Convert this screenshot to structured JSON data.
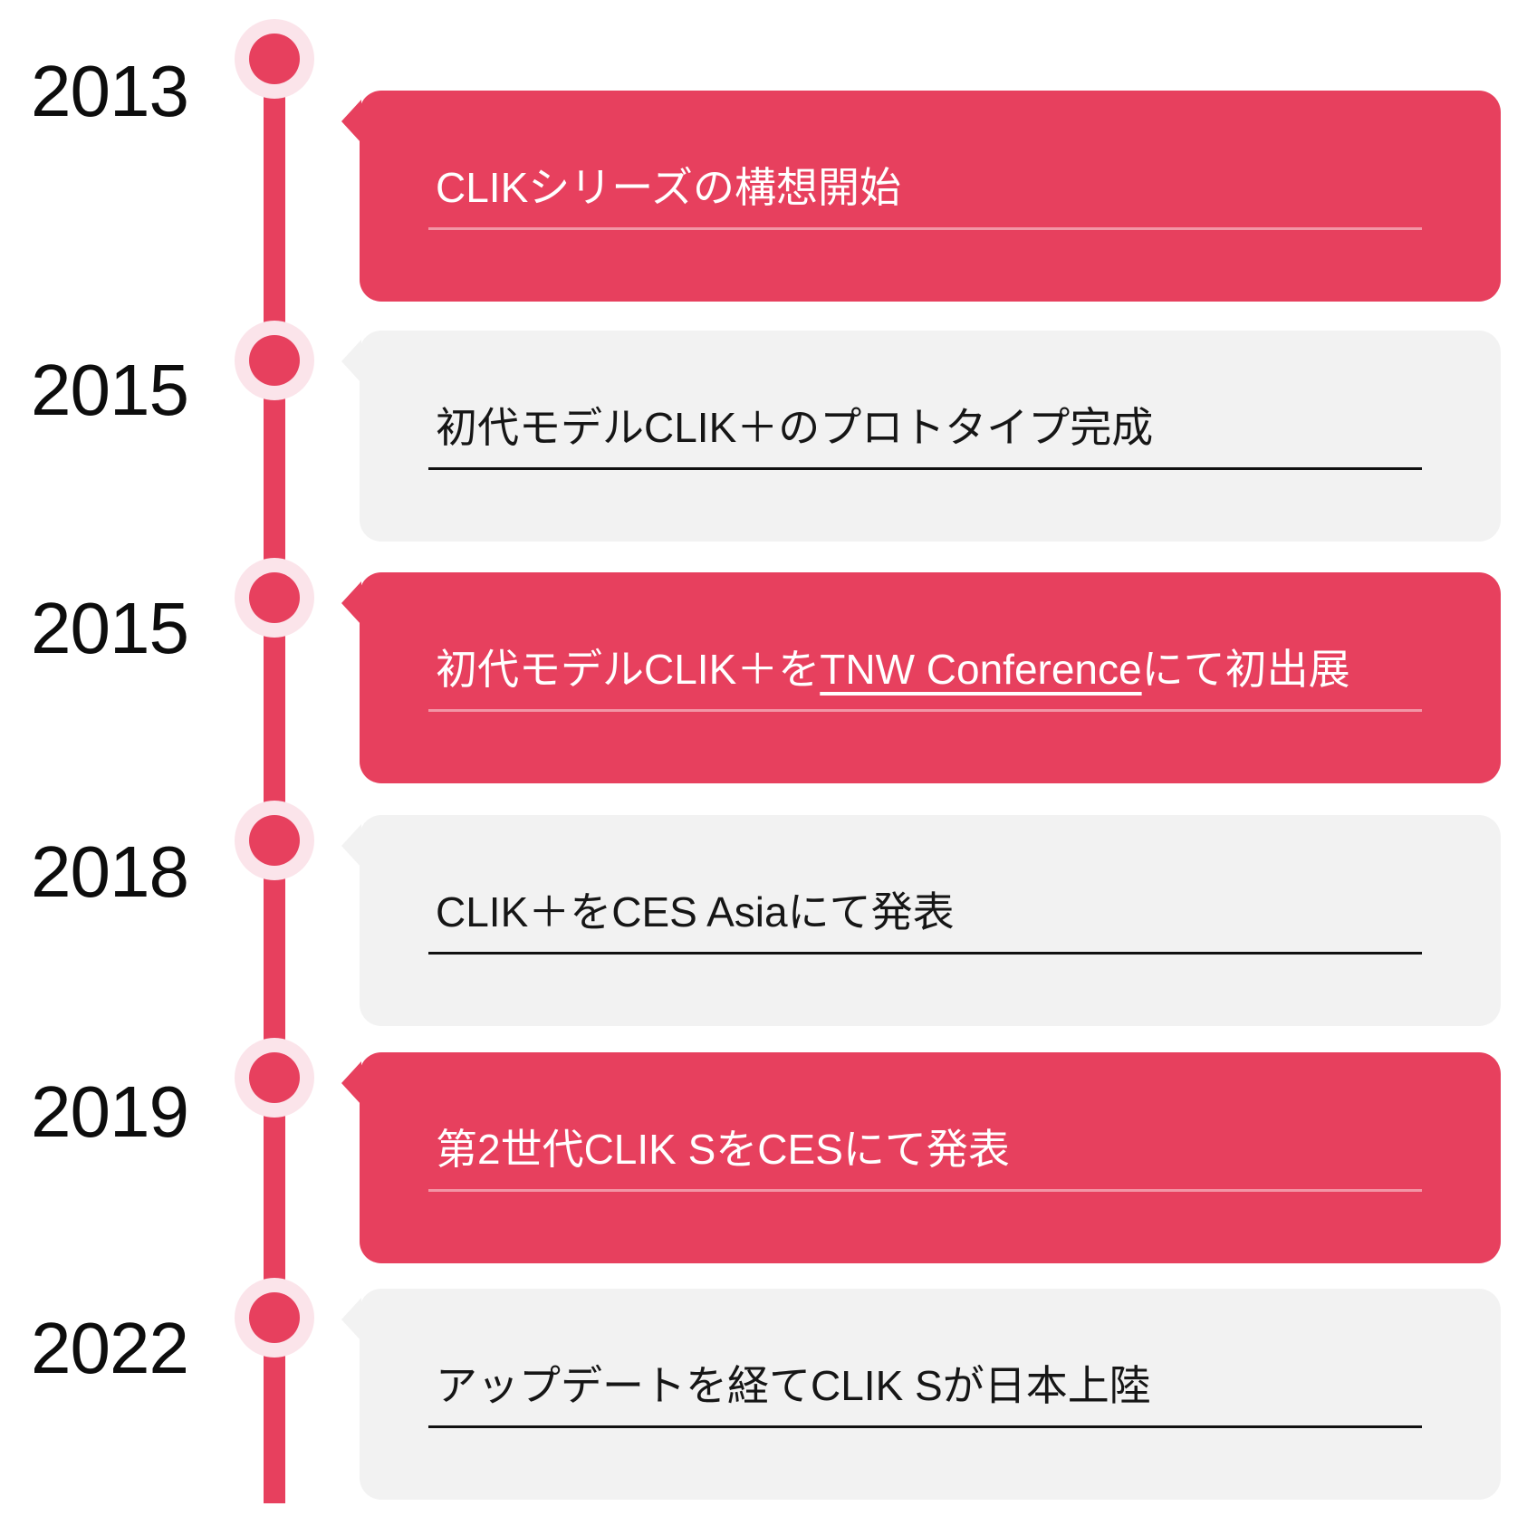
{
  "colors": {
    "accent": "#e7405e",
    "halo": "#fbe4ea",
    "gray_card": "#f2f2f2",
    "background": "#ffffff",
    "year_text": "#0d0d0d",
    "card_text_dark": "#161616",
    "card_text_light": "#ffffff"
  },
  "timeline": {
    "items": [
      {
        "year": "2013",
        "variant": "red",
        "text": "CLIKシリーズの構想開始"
      },
      {
        "year": "2015",
        "variant": "gray",
        "text": "初代モデルCLIK＋のプロトタイプ完成"
      },
      {
        "year": "2015",
        "variant": "red",
        "text_before": "初代モデルCLIK＋を",
        "link_label": "TNW Conference",
        "text_after": "にて初出展"
      },
      {
        "year": "2018",
        "variant": "gray",
        "text": "CLIK＋をCES Asiaにて発表"
      },
      {
        "year": "2019",
        "variant": "red",
        "text": "第2世代CLIK SをCESにて発表"
      },
      {
        "year": "2022",
        "variant": "gray",
        "text": "アップデートを経てCLIK Sが日本上陸"
      }
    ]
  }
}
